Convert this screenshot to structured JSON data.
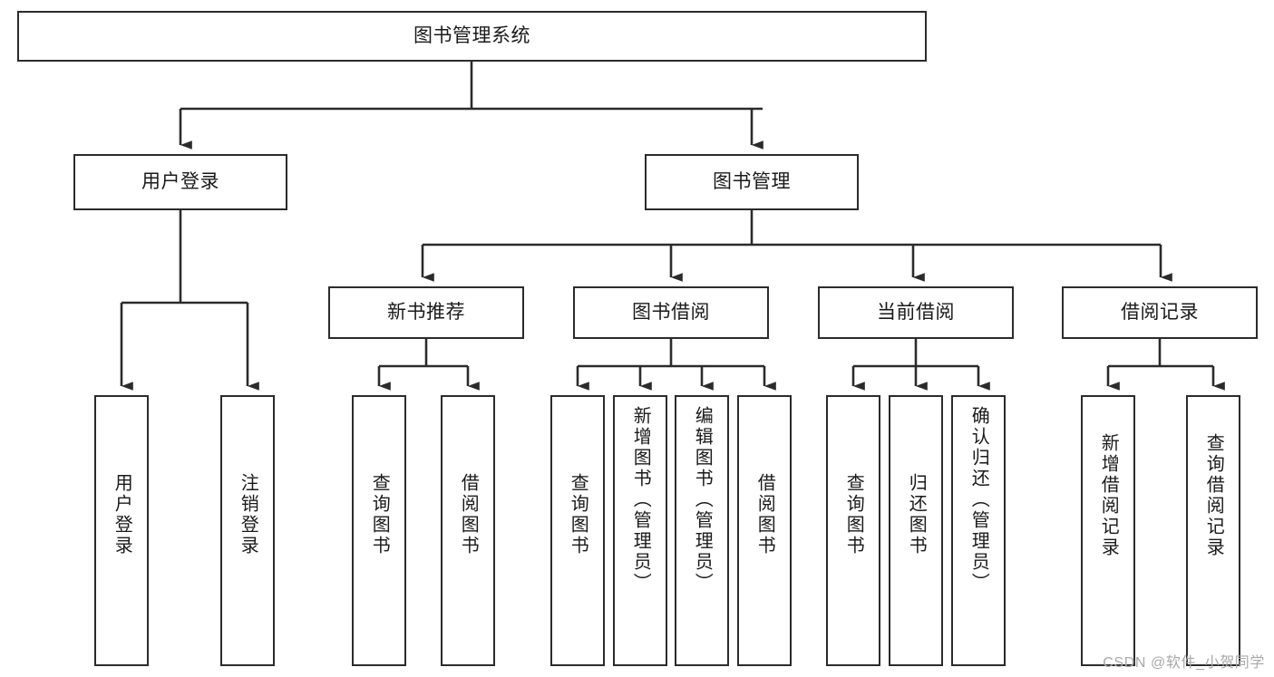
{
  "diagram": {
    "title": "图书管理系统",
    "type": "tree-hierarchy",
    "watermark": "CSDN @软件_小贺同学",
    "colors": {
      "stroke": "#2b2b2b",
      "fill": "#ffffff",
      "text": "#1a1a1a",
      "watermark": "#a8a8a8"
    },
    "levels": {
      "root": "图书管理系统",
      "level2": [
        "用户登录",
        "图书管理"
      ],
      "level3": [
        "新书推荐",
        "图书借阅",
        "当前借阅",
        "借阅记录"
      ]
    },
    "nodes": {
      "root": {
        "label": "图书管理系统"
      },
      "user_login": {
        "label": "用户登录"
      },
      "book_mgmt": {
        "label": "图书管理"
      },
      "new_book_rec": {
        "label": "新书推荐"
      },
      "book_borrow": {
        "label": "图书借阅"
      },
      "current_borrow": {
        "label": "当前借阅"
      },
      "borrow_record": {
        "label": "借阅记录"
      },
      "leaf_user_login": {
        "label": "用户登录"
      },
      "leaf_user_logout": {
        "label": "注销登录"
      },
      "leaf_query_book_1": {
        "label": "查询图书"
      },
      "leaf_borrow_book_1": {
        "label": "借阅图书"
      },
      "leaf_query_book_2": {
        "label": "查询图书"
      },
      "leaf_add_book": {
        "label": "新增图书（管理员）"
      },
      "leaf_edit_book": {
        "label": "编辑图书（管理员）"
      },
      "leaf_borrow_book_2": {
        "label": "借阅图书"
      },
      "leaf_query_book_3": {
        "label": "查询图书"
      },
      "leaf_return_book": {
        "label": "归还图书"
      },
      "leaf_confirm_return": {
        "label": "确认归还（管理员）"
      },
      "leaf_add_record": {
        "label": "新增借阅记录"
      },
      "leaf_query_record": {
        "label": "查询借阅记录"
      }
    },
    "edges": [
      {
        "from": "图书管理系统",
        "to": "用户登录"
      },
      {
        "from": "图书管理系统",
        "to": "图书管理"
      },
      {
        "from": "用户登录",
        "to": "用户登录"
      },
      {
        "from": "用户登录",
        "to": "注销登录"
      },
      {
        "from": "图书管理",
        "to": "新书推荐"
      },
      {
        "from": "图书管理",
        "to": "图书借阅"
      },
      {
        "from": "图书管理",
        "to": "当前借阅"
      },
      {
        "from": "图书管理",
        "to": "借阅记录"
      },
      {
        "from": "新书推荐",
        "to": "查询图书"
      },
      {
        "from": "新书推荐",
        "to": "借阅图书"
      },
      {
        "from": "图书借阅",
        "to": "查询图书"
      },
      {
        "from": "图书借阅",
        "to": "新增图书（管理员）"
      },
      {
        "from": "图书借阅",
        "to": "编辑图书（管理员）"
      },
      {
        "from": "图书借阅",
        "to": "借阅图书"
      },
      {
        "from": "当前借阅",
        "to": "查询图书"
      },
      {
        "from": "当前借阅",
        "to": "归还图书"
      },
      {
        "from": "当前借阅",
        "to": "确认归还（管理员）"
      },
      {
        "from": "借阅记录",
        "to": "新增借阅记录"
      },
      {
        "from": "借阅记录",
        "to": "查询借阅记录"
      }
    ]
  }
}
